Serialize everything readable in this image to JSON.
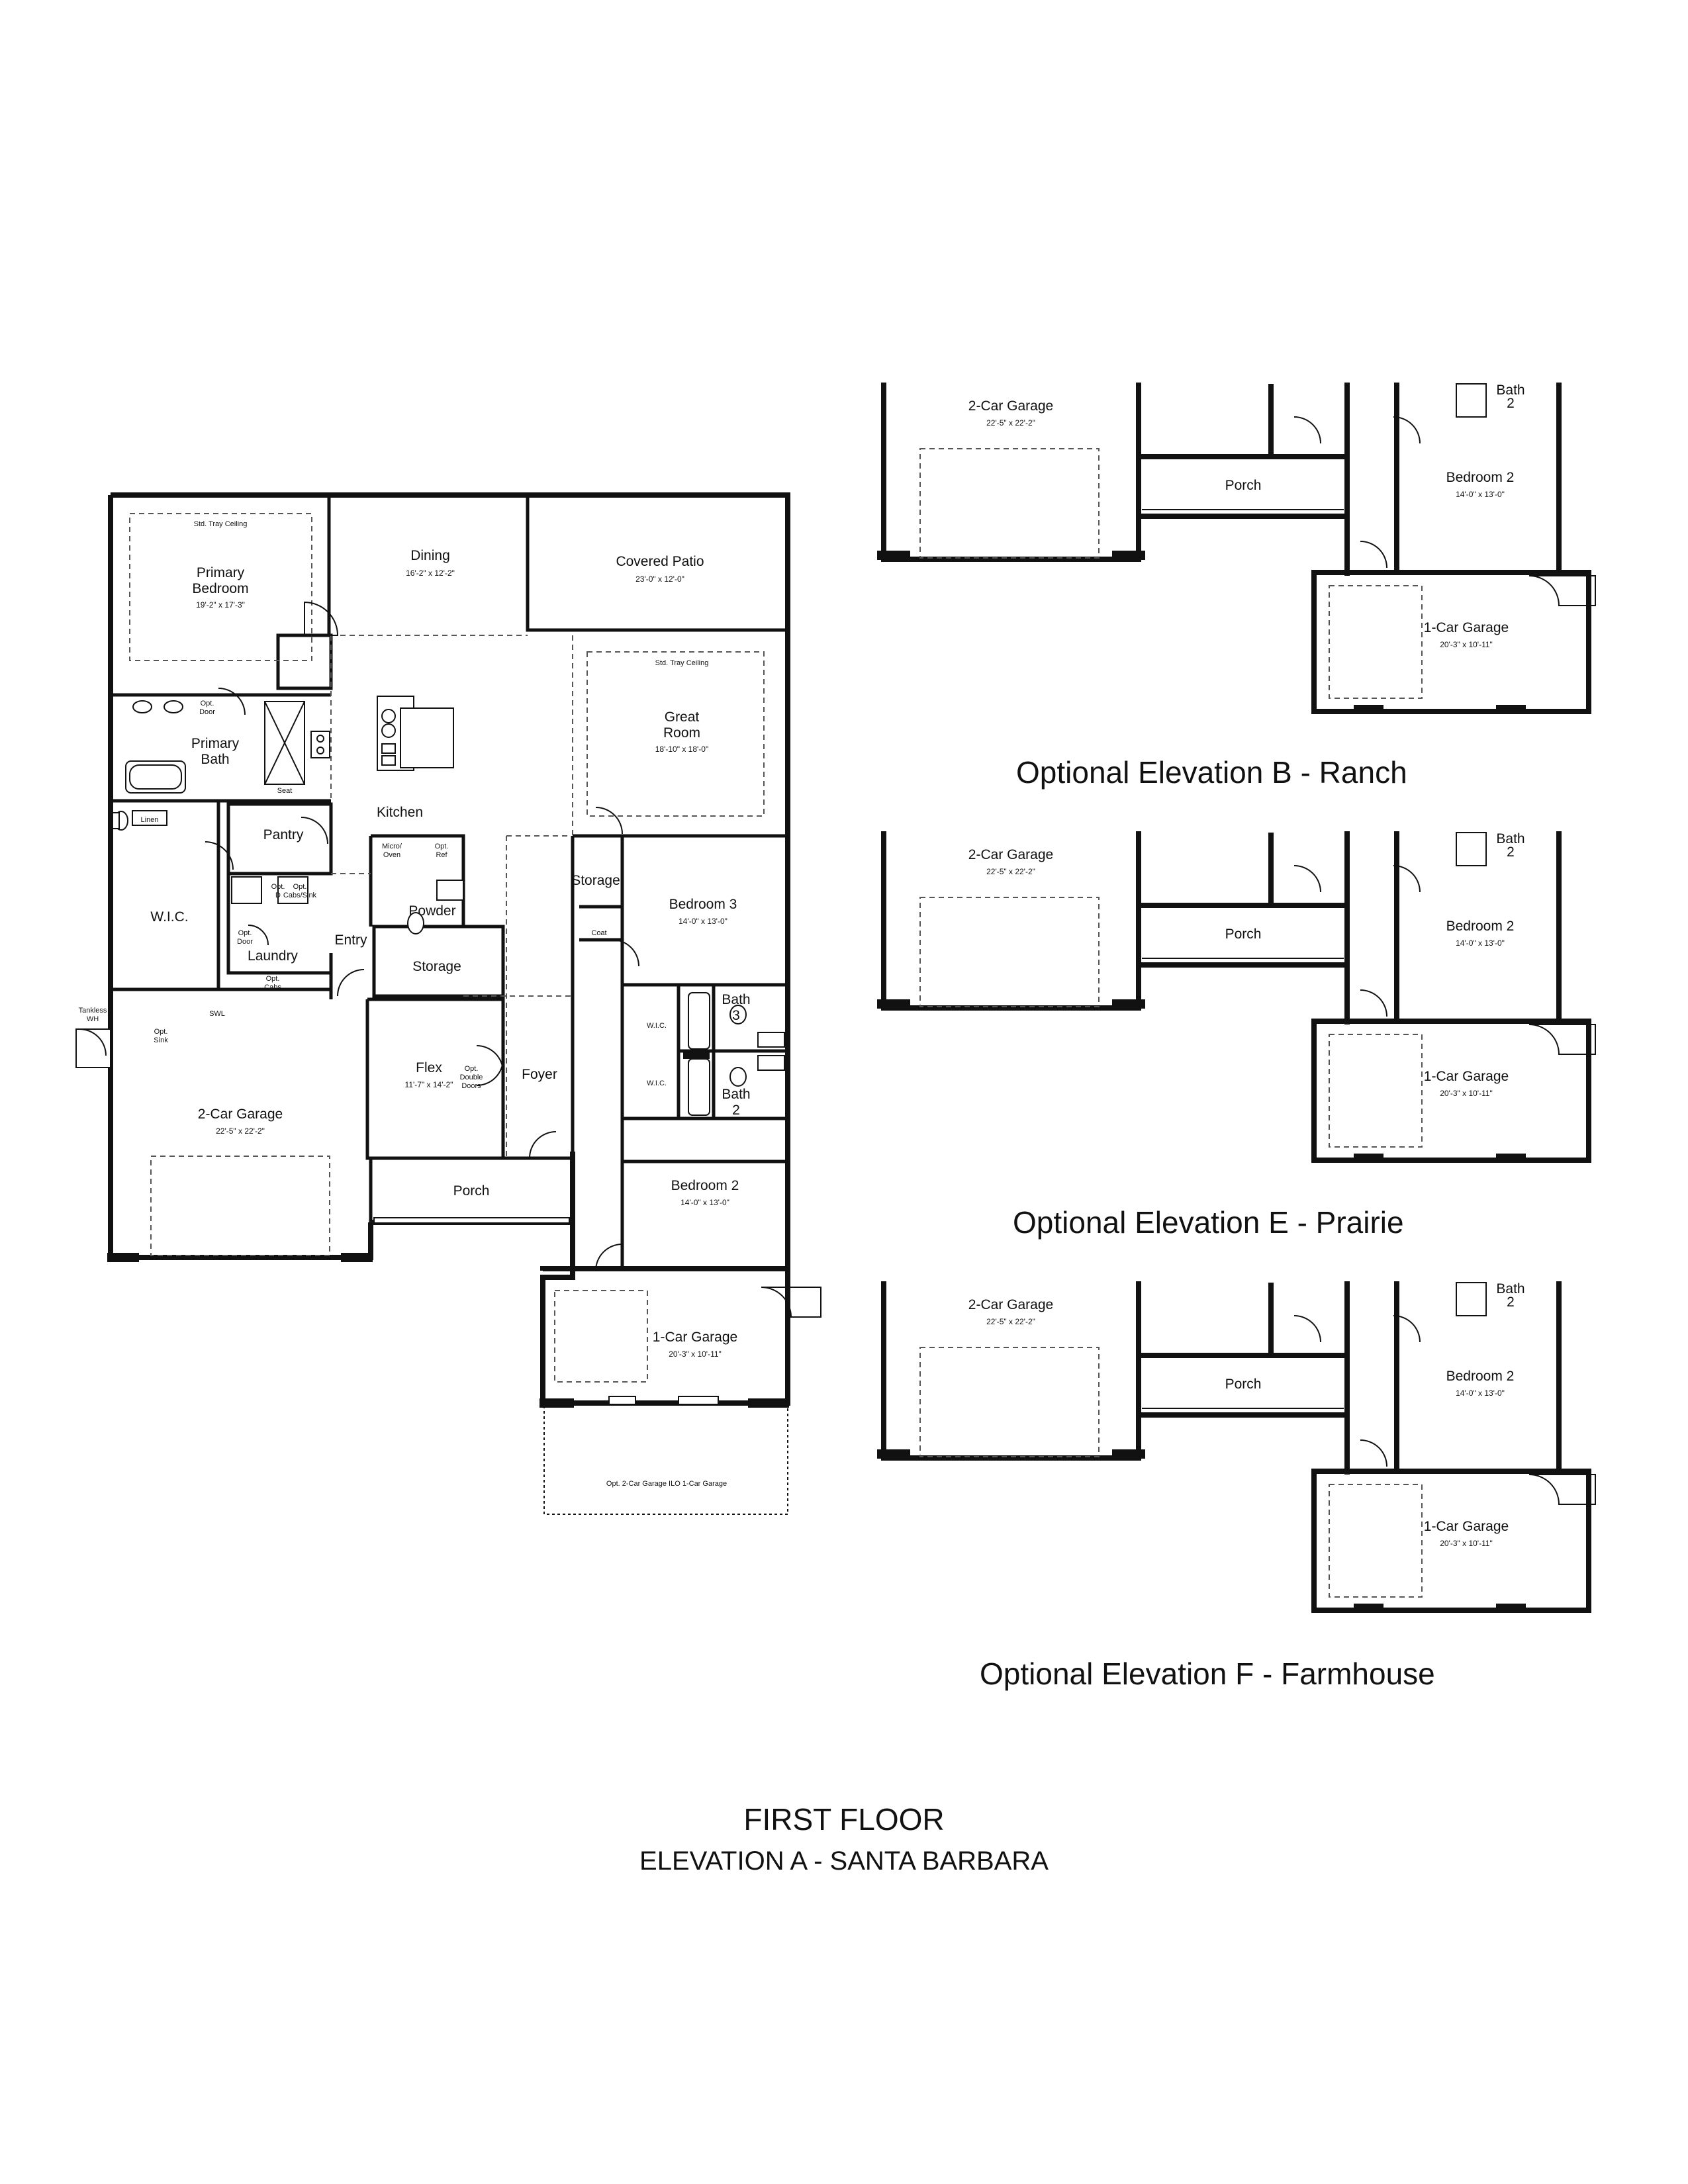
{
  "main_plan": {
    "rooms": {
      "primary_bedroom": {
        "name": "Primary\nBedroom",
        "dim": "19'-2\" x 17'-3\"",
        "note": "Std. Tray Ceiling"
      },
      "dining": {
        "name": "Dining",
        "dim": "16'-2\" x 12'-2\""
      },
      "covered_patio": {
        "name": "Covered Patio",
        "dim": "23'-0\" x 12'-0\""
      },
      "great_room": {
        "name": "Great\nRoom",
        "dim": "18'-10\" x 18'-0\"",
        "note": "Std. Tray Ceiling"
      },
      "primary_bath": {
        "name": "Primary\nBath"
      },
      "kitchen": {
        "name": "Kitchen"
      },
      "pantry": {
        "name": "Pantry"
      },
      "wic": {
        "name": "W.I.C."
      },
      "linen": {
        "name": "Linen"
      },
      "laundry": {
        "name": "Laundry"
      },
      "entry": {
        "name": "Entry"
      },
      "powder": {
        "name": "Powder"
      },
      "storage_1": {
        "name": "Storage"
      },
      "storage_2": {
        "name": "Storage"
      },
      "bedroom_3": {
        "name": "Bedroom 3",
        "dim": "14'-0\" x 13'-0\""
      },
      "bath_3": {
        "name": "Bath\n3"
      },
      "bath_2": {
        "name": "Bath\n2"
      },
      "flex": {
        "name": "Flex",
        "dim": "11'-7\" x 14'-2\""
      },
      "foyer": {
        "name": "Foyer"
      },
      "garage_2car": {
        "name": "2-Car Garage",
        "dim": "22'-5\" x 22'-2\""
      },
      "porch": {
        "name": "Porch"
      },
      "bedroom_2": {
        "name": "Bedroom 2",
        "dim": "14'-0\" x 13'-0\""
      },
      "garage_1car": {
        "name": "1-Car Garage",
        "dim": "20'-3\" x 10'-11\""
      }
    },
    "notes": {
      "opt_door": "Opt.\nDoor",
      "opt_door_2": "Opt.\nDoor",
      "seat": "Seat",
      "micro_oven": "Micro/\nOven",
      "opt_ref": "Opt.\nRef",
      "opt_cabs_sink": "Opt.\nCabs/Sink",
      "opt_d": "Opt.\nD",
      "opt_cabs": "Opt.\nCabs",
      "coat": "Coat",
      "wic_small_1": "W.I.C.",
      "wic_small_2": "W.I.C.",
      "tankless": "Tankless\nWH",
      "opt_sink": "Opt.\nSink",
      "swl": "SWL",
      "opt_double_doors": "Opt.\nDouble\nDoors",
      "opt_2car": "Opt. 2-Car Garage ILO 1-Car Garage"
    }
  },
  "elevations": [
    {
      "caption": "Optional Elevation B - Ranch",
      "garage_2car": {
        "name": "2-Car Garage",
        "dim": "22'-5\" x 22'-2\""
      },
      "porch": "Porch",
      "bath": "Bath\n2",
      "bedroom": {
        "name": "Bedroom 2",
        "dim": "14'-0\" x 13'-0\""
      },
      "garage_1car": {
        "name": "1-Car Garage",
        "dim": "20'-3\" x 10'-11\""
      }
    },
    {
      "caption": "Optional Elevation E - Prairie",
      "garage_2car": {
        "name": "2-Car Garage",
        "dim": "22'-5\" x 22'-2\""
      },
      "porch": "Porch",
      "bath": "Bath\n2",
      "bedroom": {
        "name": "Bedroom 2",
        "dim": "14'-0\" x 13'-0\""
      },
      "garage_1car": {
        "name": "1-Car Garage",
        "dim": "20'-3\" x 10'-11\""
      }
    },
    {
      "caption": "Optional Elevation F - Farmhouse",
      "garage_2car": {
        "name": "2-Car Garage",
        "dim": "22'-5\" x 22'-2\""
      },
      "porch": "Porch",
      "bath": "Bath\n2",
      "bedroom": {
        "name": "Bedroom 2",
        "dim": "14'-0\" x 13'-0\""
      },
      "garage_1car": {
        "name": "1-Car Garage",
        "dim": "20'-3\" x 10'-11\""
      }
    }
  ],
  "footer": {
    "title": "FIRST FLOOR",
    "subtitle": "ELEVATION A - SANTA BARBARA"
  }
}
